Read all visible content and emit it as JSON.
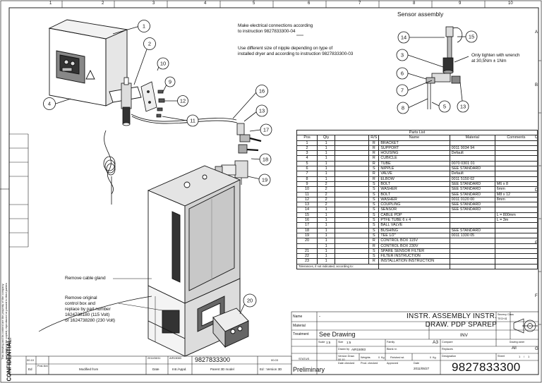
{
  "zone_columns": [
    "1",
    "2",
    "3",
    "4",
    "5",
    "6",
    "7",
    "8",
    "9",
    "10"
  ],
  "zone_rows": [
    "A",
    "B",
    "C",
    "D",
    "E",
    "F",
    "G"
  ],
  "sensor_assembly_title": "Sensor assembly",
  "notes": {
    "note1_line1": "Make electrical connections according",
    "note1_line2": "to instruction 9827833300-04",
    "note2_line1": "Use different size of nipple depending on type of",
    "note2_line2": "installed dryer and according to instruction 9827833300-03",
    "torque_line1": "Only tighten with wrench",
    "torque_line2": "at 30,5Nm ± 1Nm",
    "cable_gland": "Remove cable gland",
    "replace_line1": "Remove original",
    "replace_line2": "control box and",
    "replace_line3": "replace by part number",
    "replace_line4": "1624738180 (115 Volt)",
    "replace_line5": "or 1624738280 (230 Volt)",
    "confidential": "CONFIDENTIAL:",
    "side_text": "This drawing and its content are the property of the company and shall not be copied, reproduced or passed to third parties without written consent."
  },
  "balloons": {
    "main": [
      "1",
      "2",
      "4",
      "9",
      "10",
      "11",
      "12",
      "13",
      "16",
      "17",
      "18",
      "19",
      "20"
    ],
    "sensor": [
      "14",
      "15",
      "3",
      "6",
      "7",
      "8",
      "5",
      "13"
    ]
  },
  "parts_list": {
    "title": "Parts List",
    "headers": [
      "Pos",
      "Qty",
      "R/S",
      "Name",
      "Material",
      "Comments"
    ],
    "rows": [
      [
        "1",
        "1",
        "R",
        "BRACKET",
        "",
        ""
      ],
      [
        "2",
        "1",
        "R",
        "SUPPORT",
        "0011 9034 94",
        ""
      ],
      [
        "3",
        "1",
        "R",
        "HOUSING",
        "Default",
        ""
      ],
      [
        "4",
        "1",
        "R",
        "CUBICLE",
        "",
        ""
      ],
      [
        "5",
        "1",
        "R",
        "TUBE",
        "0070 0301 01",
        ""
      ],
      [
        "6",
        "1",
        "S",
        "NIPPLE",
        "SEE STANDARD",
        ""
      ],
      [
        "7",
        "1",
        "R",
        "VALVE",
        "Default",
        ""
      ],
      [
        "8",
        "1",
        "R",
        "ELBOW",
        "0011 5150 02",
        ""
      ],
      [
        "9",
        "2",
        "S",
        "BOLT",
        "SEE STANDARD",
        "M6 x 8"
      ],
      [
        "10",
        "2",
        "S",
        "WASHER",
        "SEE STANDARD",
        "6mm"
      ],
      [
        "11",
        "2",
        "S",
        "BOLT",
        "SEE STANDARD",
        "M8 x 12"
      ],
      [
        "12",
        "2",
        "S",
        "WASHER",
        "0011 0120 00",
        "8mm"
      ],
      [
        "13",
        "2",
        "S",
        "COUPLING",
        "SEE STANDARD",
        ""
      ],
      [
        "14",
        "1",
        "S",
        "SENSOR",
        "SEE STANDARD",
        ""
      ],
      [
        "15",
        "1",
        "S",
        "CABLE PDP",
        "",
        "L = 800mm"
      ],
      [
        "16",
        "1",
        "S",
        "PTFE TUBE 6 x 4",
        "",
        "L = 3m"
      ],
      [
        "17",
        "1",
        "S",
        "BALL VALVE",
        "",
        ""
      ],
      [
        "18",
        "1",
        "S",
        "BUSHING",
        "SEE STANDARD",
        ""
      ],
      [
        "19",
        "1",
        "S",
        "TEE 1/2\"",
        "0011 1330 05",
        ""
      ],
      [
        "20",
        "1",
        "R",
        "CONTROL BOX 115V",
        "",
        ""
      ],
      [
        "",
        "1",
        "R",
        "CONTROL BOX 230V",
        "",
        ""
      ],
      [
        "21",
        "1",
        "S",
        "SPARE SENSOR FILTER",
        "",
        ""
      ],
      [
        "22",
        "1",
        "S",
        "FILTER INSTRUCTION",
        "",
        ""
      ],
      [
        "23",
        "1",
        "R",
        "INSTALLATION INSTRUCTION",
        "",
        ""
      ]
    ],
    "tolerances": "Tolerances, if not indicated, according to:"
  },
  "title_block": {
    "name_label": "Name",
    "name_value": "-",
    "title_line1": "INSTR. ASSEMBLY INSTR.",
    "title_line2": "DRAW. PDP SPAREP",
    "security_label": "Secrecy Class",
    "security_value": "TECH.C",
    "security_num": "1",
    "material_label": "Material",
    "treatment_label": "Treatment",
    "treatment_value": "See Drawing",
    "inv": "INV",
    "scale_label": "Scale",
    "scale_value": "1:5",
    "size_label": "Size",
    "size_value": "1:5",
    "family_label": "Family",
    "a3": "A3",
    "compare_label": "Compare",
    "drawing_owner_label": "Drawing owner",
    "drawing_owner_value": "All",
    "drawn_by_label": "Drawn by",
    "drawn_by_value": "AIR15083",
    "blank_label": "Blank nr.",
    "replaces_label": "Replaces",
    "weights_label": "Weights",
    "kg1": "0",
    "kg_unit": "Kg",
    "finished_label": "Finished wt.",
    "kg2": "0",
    "designation_label": "Designation",
    "sheet_label": "Sheet",
    "sheet_value": "1",
    "sheet_of": "/",
    "sheet_total": "1",
    "status_label": "STATUS",
    "version_label": "Version Draw.",
    "version_value": "00.10",
    "date_checked_label": "Date checked",
    "prod_checked_label": "Prod. checked",
    "approved_label": "Approved",
    "approved_date_label": "Date",
    "approved_date": "2011/05/27",
    "preliminary": "Preliminary",
    "drawing_number": "9827833300"
  },
  "revision": {
    "ed": "00.10",
    "date": "2011/08/11",
    "appd": "AIR15083",
    "parent": "9827833300",
    "ver": "00.03",
    "col_ed": "Ed",
    "col_pos": "Posi-tion",
    "col_modified": "Modified from",
    "col_date": "Date",
    "col_appd": "Intr./Appd.",
    "col_parent": "Parent 3D model",
    "col_ver": "Ed : Version 3D"
  },
  "colors": {
    "line": "#1a1a1a",
    "paper": "#ffffff"
  }
}
